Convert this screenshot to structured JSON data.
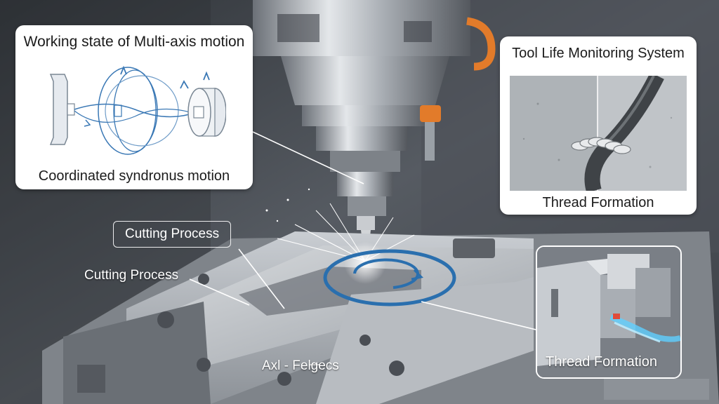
{
  "motion_card": {
    "title": "Working state of Multi-axis motion",
    "caption": "Coordinated syndronus motion"
  },
  "tool_card": {
    "title": "Tool Life Monitoring System",
    "caption": "Thread Formation"
  },
  "labels": {
    "cutting_process_boxed": "Cutting Process",
    "cutting_process_plain": "Cutting Process",
    "axis_label": "Axl - Felgecs"
  },
  "thread_card": {
    "caption": "Thread Formation"
  },
  "colors": {
    "accent_blue": "#2a6fae",
    "spindle_orange": "#e27b2a",
    "steel": "#b9bec4"
  }
}
